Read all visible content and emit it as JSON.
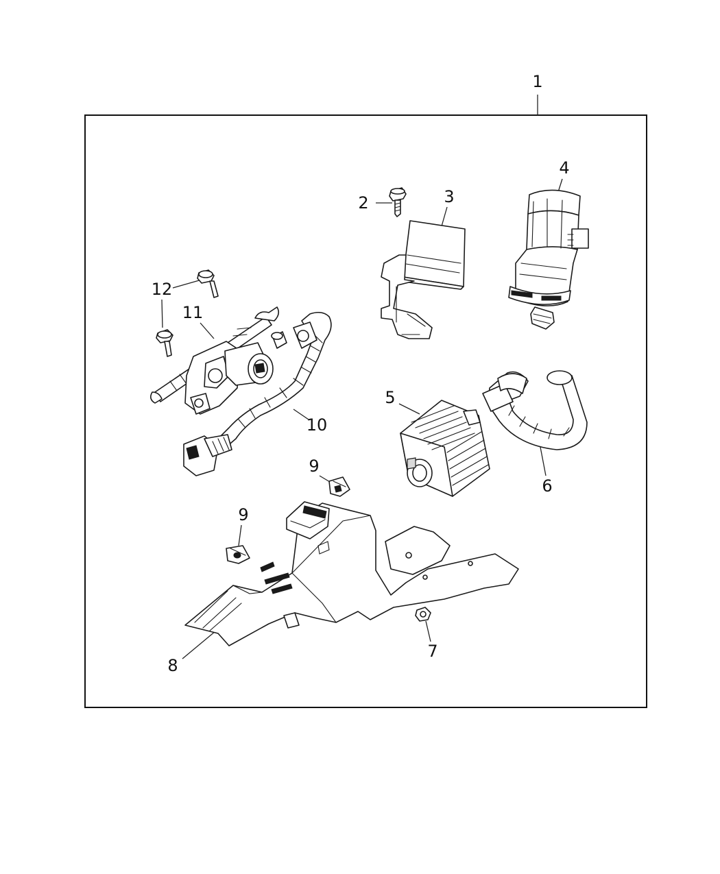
{
  "callouts": {
    "c1": "1",
    "c2": "2",
    "c3": "3",
    "c4": "4",
    "c5": "5",
    "c6": "6",
    "c7": "7",
    "c8": "8",
    "c9a": "9",
    "c9b": "9",
    "c10": "10",
    "c11": "11",
    "c12": "12"
  }
}
